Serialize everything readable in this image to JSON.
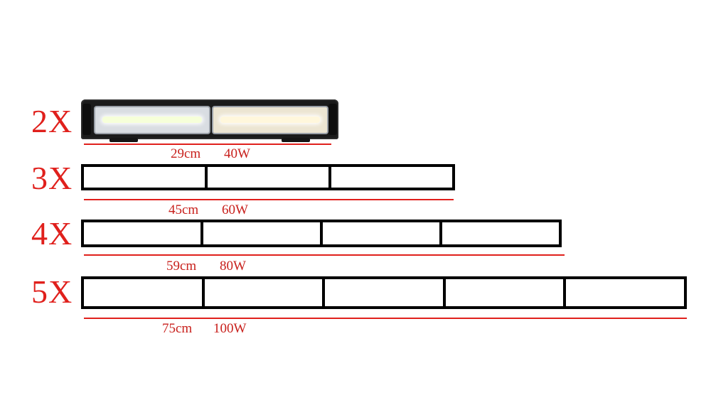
{
  "rows": [
    {
      "label": "2X",
      "spec_length": "29cm",
      "spec_power": "40W",
      "segments": 2,
      "kind": "product"
    },
    {
      "label": "3X",
      "spec_length": "45cm",
      "spec_power": "60W",
      "segments": 3,
      "kind": "outline"
    },
    {
      "label": "4X",
      "spec_length": "59cm",
      "spec_power": "80W",
      "segments": 4,
      "kind": "outline"
    },
    {
      "label": "5X",
      "spec_length": "75cm",
      "spec_power": "100W",
      "segments": 5,
      "kind": "outline"
    }
  ],
  "colors": {
    "label": "#e0201c",
    "spec": "#c8201c",
    "outline": "#000000",
    "led": "#f6ffd9"
  }
}
